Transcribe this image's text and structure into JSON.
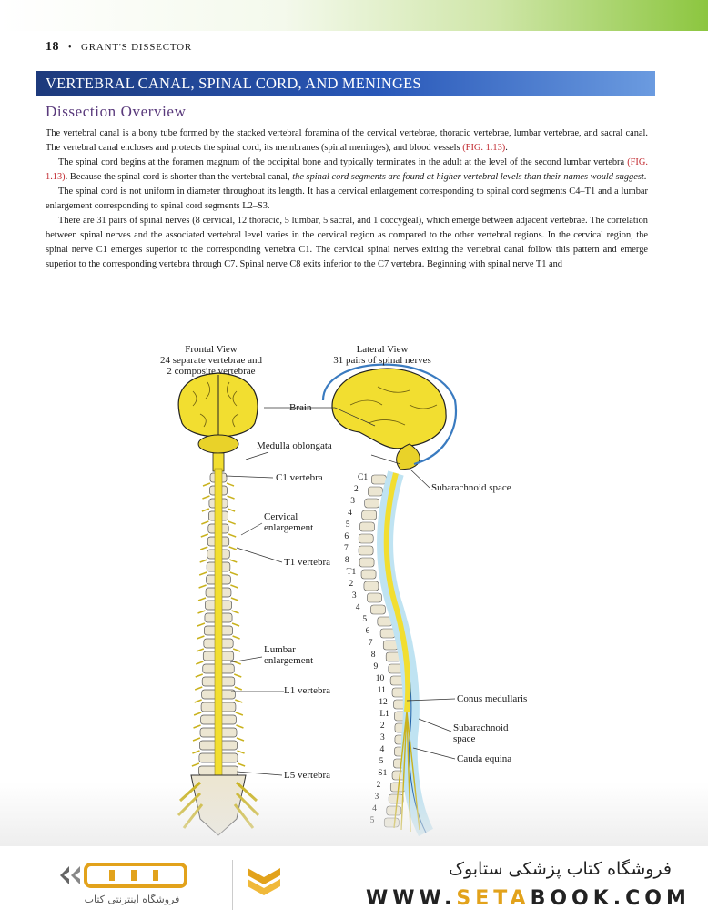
{
  "header": {
    "page_number": "18",
    "bullet": "•",
    "book_title": "GRANT'S DISSECTOR"
  },
  "section_title": "VERTEBRAL CANAL, SPINAL CORD, AND MENINGES",
  "subheading": "Dissection Overview",
  "paragraphs": [
    [
      {
        "t": "The vertebral canal is a bony tube formed by the stacked vertebral foramina of the cervical vertebrae, thoracic vertebrae, lumbar vertebrae, and sacral canal. The vertebral canal encloses and protects the spinal cord, its membranes (spinal meninges), and blood vessels "
      },
      {
        "t": "(FIG. 1.13)",
        "c": "ref"
      },
      {
        "t": "."
      }
    ],
    [
      {
        "t": "The spinal cord begins at the foramen magnum of the occipital bone and typically terminates in the adult at the level of the second lumbar vertebra "
      },
      {
        "t": "(FIG. 1.13)",
        "c": "ref"
      },
      {
        "t": ". Because the spinal cord is shorter than the vertebral canal, "
      },
      {
        "t": "the spinal cord segments are found at higher vertebral levels than their names would suggest",
        "c": "ital"
      },
      {
        "t": "."
      }
    ],
    [
      {
        "t": "The spinal cord is not uniform in diameter throughout its length. It has a cervical enlargement corresponding to spinal cord segments C4–T1 and a lumbar enlargement corresponding to spinal cord segments L2–S3."
      }
    ],
    [
      {
        "t": "There are 31 pairs of spinal nerves (8 cervical, 12 thoracic, 5 lumbar, 5 sacral, and 1 coccygeal), which emerge between adjacent vertebrae. The correlation between spinal nerves and the associated vertebral level varies in the cervical region as compared to the other vertebral regions. In the cervical region, the spinal nerve C1 emerges superior to the corresponding vertebra C1. The cervical spinal nerves exiting the vertebral canal follow this pattern and emerge superior to the corresponding vertebra through C7. Spinal nerve C8 exits inferior to the C7 vertebra. Beginning with spinal nerve T1 and"
      }
    ]
  ],
  "figure": {
    "frontal": {
      "title": "Frontal View",
      "line2": "24 separate vertebrae and",
      "line3": "2 composite vertebrae"
    },
    "lateral": {
      "title": "Lateral View",
      "line2": "31 pairs of spinal nerves"
    },
    "labels": {
      "brain": "Brain",
      "medulla": "Medulla oblongata",
      "c1": "C1 vertebra",
      "cervical_1": "Cervical",
      "cervical_2": "enlargement",
      "t1": "T1 vertebra",
      "lumbar_1": "Lumbar",
      "lumbar_2": "enlargement",
      "l1": "L1 vertebra",
      "l5": "L5 vertebra",
      "subarachnoid_upper": "Subarachnoid space",
      "conus": "Conus medullaris",
      "subarachnoid_lower_1": "Subarachnoid",
      "subarachnoid_lower_2": "space",
      "cauda": "Cauda equina"
    },
    "levels": [
      "C1",
      "2",
      "3",
      "4",
      "5",
      "6",
      "7",
      "8",
      "T1",
      "2",
      "3",
      "4",
      "5",
      "6",
      "7",
      "8",
      "9",
      "10",
      "11",
      "12",
      "L1",
      "2",
      "3",
      "4",
      "5",
      "S1",
      "2",
      "3",
      "4",
      "5"
    ]
  },
  "footer": {
    "logo_fa": "فروشگاه اینترنتی کتاب",
    "store_title": "فروشگاه کتاب پزشکی ستابوک",
    "url_pre": "WWW.",
    "url_acc": "SETA",
    "url_post": "BOOK.COM"
  },
  "colors": {
    "section_bar": "#1d3a7c",
    "subheading": "#5a3a7c",
    "figure_ref": "#c0272d",
    "spinal_cord": "#f2de30",
    "csf": "#bfe3f2",
    "bone": "#ece6d2",
    "brand_accent": "#e2a21b"
  }
}
